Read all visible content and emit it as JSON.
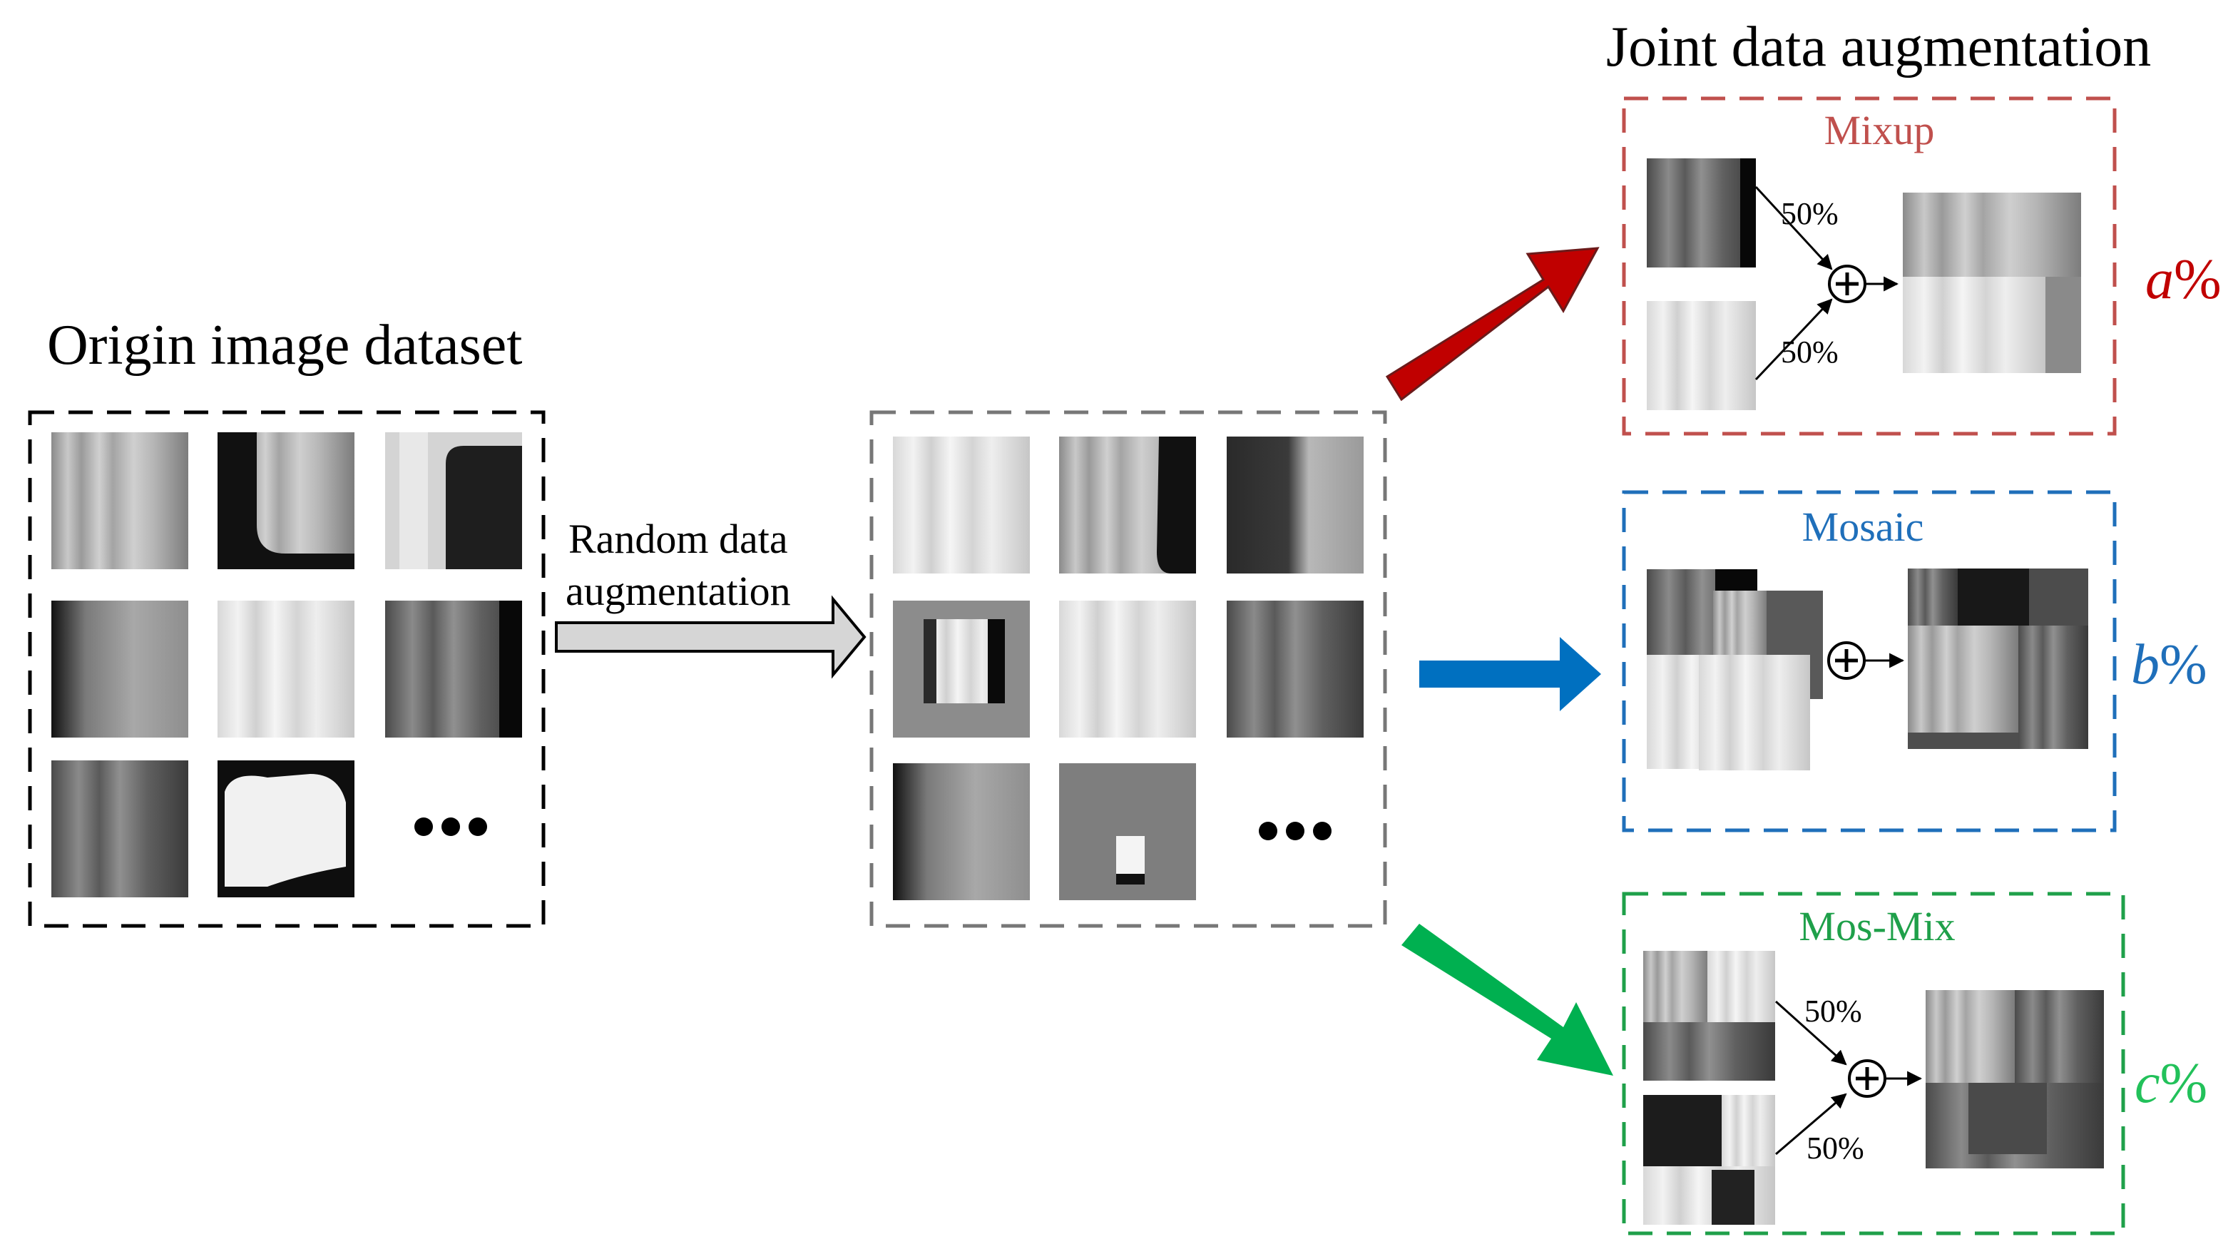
{
  "origin": {
    "title": "Origin image dataset"
  },
  "arrow": {
    "line1": "Random data",
    "line2": "augmentation"
  },
  "joint": {
    "title": "Joint data augmentation"
  },
  "mixup": {
    "title": "Mixup",
    "pct_top": "50%",
    "pct_bottom": "50%",
    "ratio_var": "a",
    "ratio_unit": "%"
  },
  "mosaic": {
    "title": "Mosaic",
    "ratio_var": "b",
    "ratio_unit": "%"
  },
  "mosmix": {
    "title": "Mos-Mix",
    "pct_top": "50%",
    "pct_bottom": "50%",
    "ratio_var": "c",
    "ratio_unit": "%"
  },
  "colors": {
    "mixup": "#c0504d",
    "mosaic": "#1f6fba",
    "mosmix": "#1fa04a",
    "arrow_red": "#c00000",
    "arrow_blue": "#0070c0",
    "arrow_green": "#00b050",
    "ratio_a": "#c00000",
    "ratio_b": "#1f6fba",
    "ratio_c": "#22c15a"
  }
}
